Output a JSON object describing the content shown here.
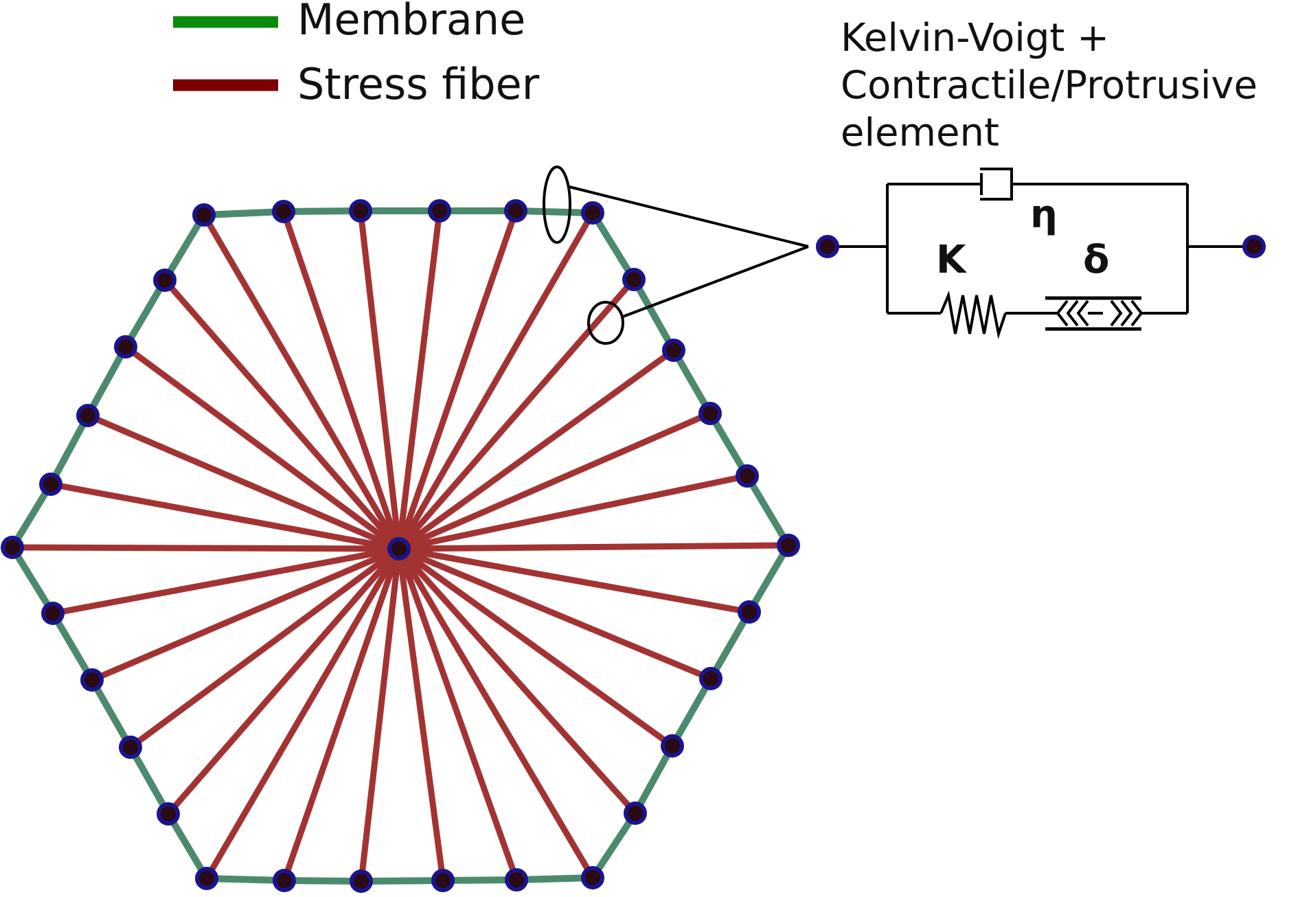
{
  "legend": {
    "membrane": {
      "label": "Membrane",
      "color": "#0a8a0a"
    },
    "stress_fiber": {
      "label": "Stress fiber",
      "color": "#7a0000"
    }
  },
  "colors": {
    "membrane_drawn": "#4b8a6d",
    "stress_fiber_drawn": "#a33333",
    "node_fill": "#2a0a14",
    "node_stroke": "#1a148c",
    "circuit": "#000000"
  },
  "model": {
    "title_lines": [
      "Kelvin-Voigt +",
      "Contractile/Protrusive",
      "element"
    ],
    "symbols": {
      "viscosity": "η",
      "stiffness": "K",
      "active": "δ"
    }
  },
  "icons": [
    "node-dot-icon",
    "dashpot-icon",
    "spring-icon",
    "active-element-icon",
    "callout-ellipse-icon"
  ]
}
